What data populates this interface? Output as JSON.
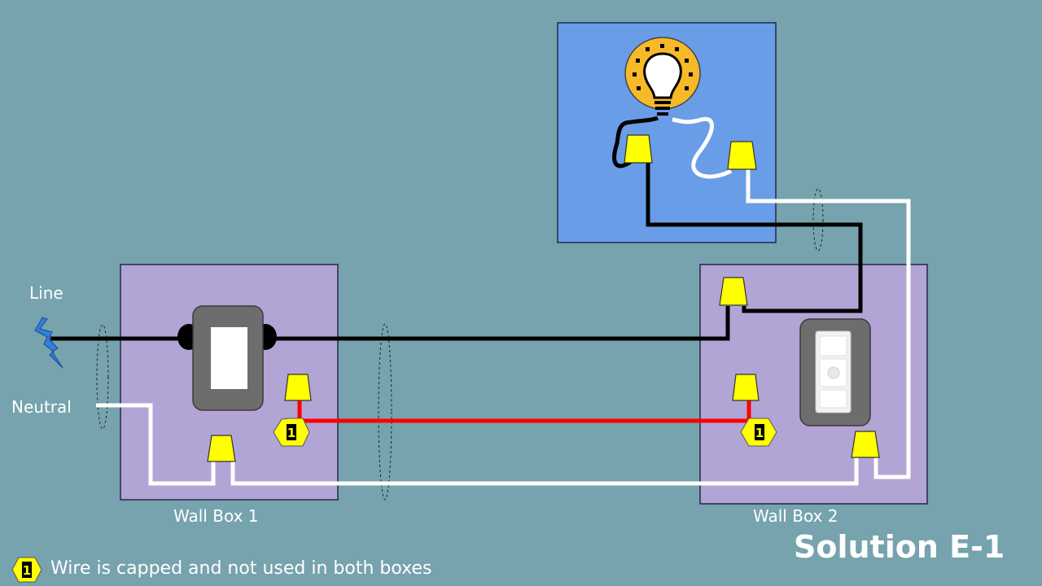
{
  "labels": {
    "line": "Line",
    "neutral": "Neutral",
    "wall_box_1": "Wall Box 1",
    "wall_box_2": "Wall Box 2",
    "title": "Solution E-1"
  },
  "footnote": {
    "marker": "1",
    "text": "Wire is capped and not used in both boxes"
  },
  "colors": {
    "background": "#76a3ad",
    "wall_box": "#b3a4d6",
    "fixture_box": "#6a9de8",
    "hot_wire": "#000000",
    "neutral_wire": "#ffffff",
    "traveler_wire": "#ff0000",
    "wire_nut": "#ffff00",
    "lamp_halo": "#f6b92a"
  },
  "icons": {
    "line_source": "lightning-bolt-icon",
    "fixture": "light-bulb-icon",
    "switch": "rocker-switch-icon",
    "remote": "pico-remote-icon",
    "marker": "hexagon-badge-icon"
  }
}
